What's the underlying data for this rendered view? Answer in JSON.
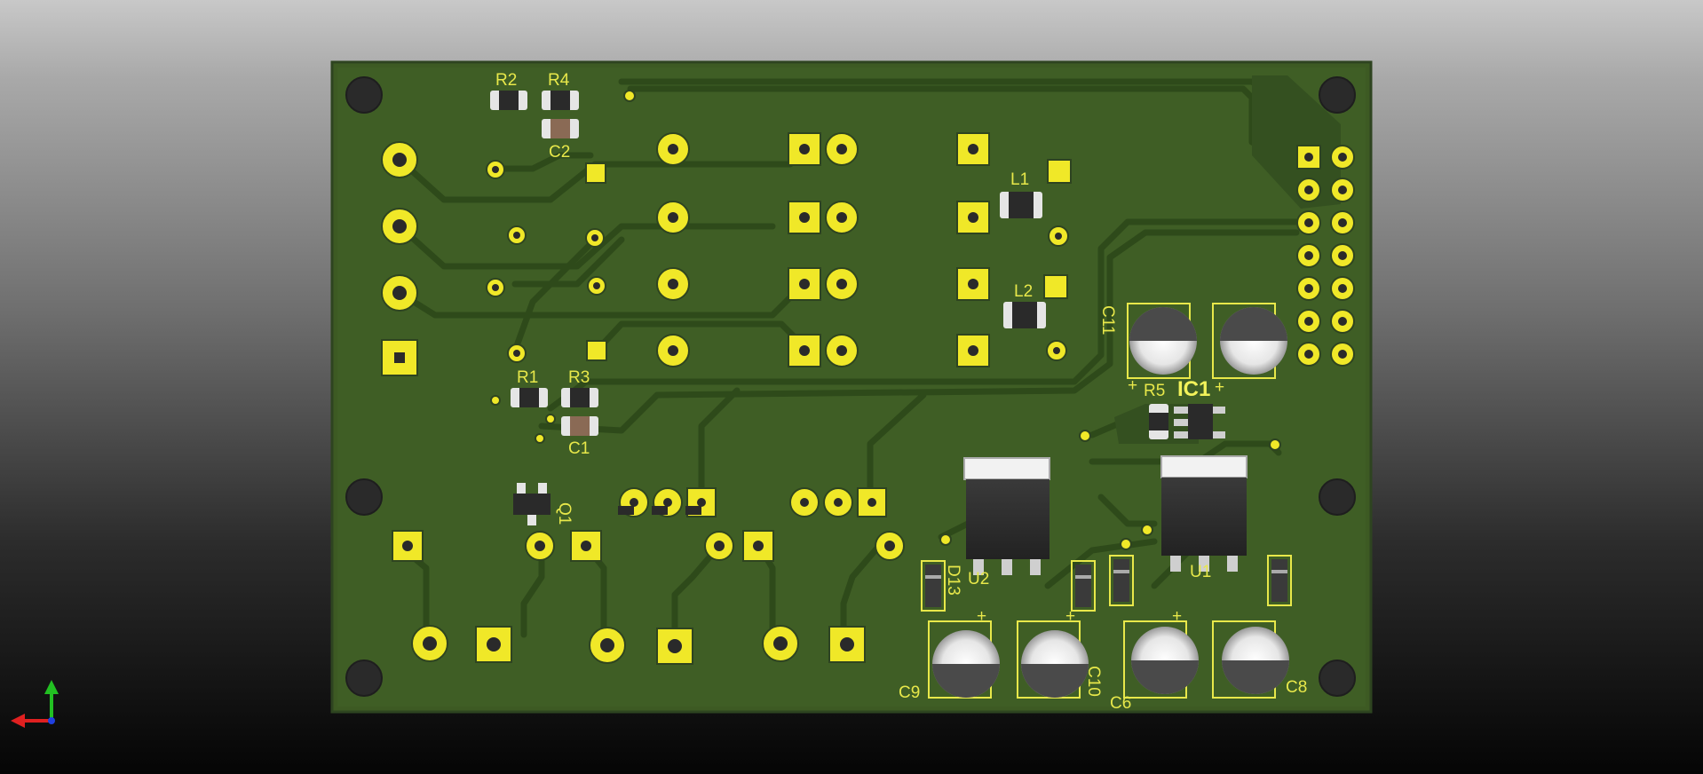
{
  "viewer": {
    "axis_gizmo": {
      "icon": "xyz-axis-icon"
    }
  },
  "board": {
    "colors": {
      "soldermask": "#3d5a23",
      "trace": "#2e4a1a",
      "pad": "#f0e828",
      "silkscreen": "#e8e84a",
      "hole": "#2a2a2a"
    }
  },
  "labels": {
    "R1": "R1",
    "R2": "R2",
    "R3": "R3",
    "R4": "R4",
    "C1": "C1",
    "C2": "C2",
    "L1": "L1",
    "L2": "L2",
    "Q1": "Q1",
    "U1": "U1",
    "U2": "U2",
    "IC1": "IC1",
    "C6": "C6",
    "C8": "C8",
    "C9": "C9",
    "C10": "C10",
    "C11": "C11",
    "D13": "D13",
    "R5": "R5",
    "plus": "+"
  }
}
